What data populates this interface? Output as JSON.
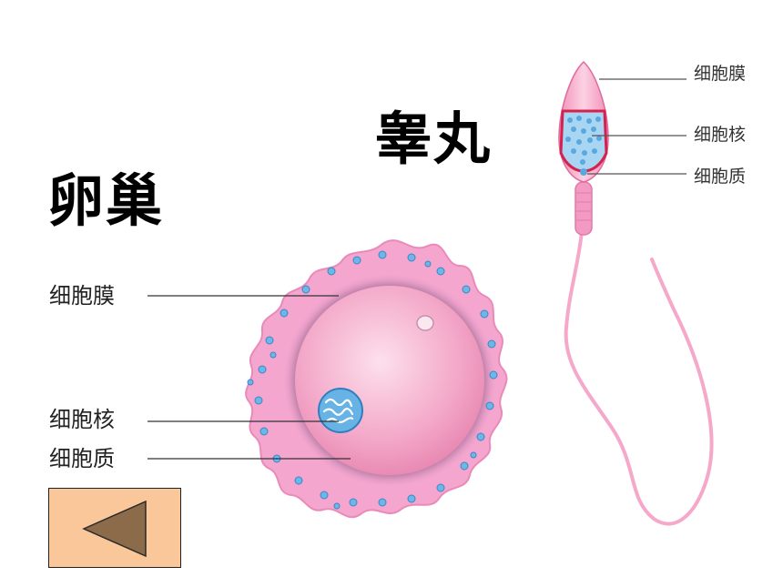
{
  "ovary": {
    "title": "卵巢",
    "labels": {
      "membrane": "细胞膜",
      "nucleus": "细胞核",
      "cytoplasm": "细胞质"
    }
  },
  "testis": {
    "title": "睾丸",
    "labels": {
      "membrane": "细胞膜",
      "nucleus": "细胞核",
      "cytoplasm": "细胞质"
    }
  },
  "colors": {
    "cell_pink": "#f6b7d3",
    "corona_pink": "#f4a6cf",
    "membrane_dark": "#7b4a74",
    "nucleus_blue": "#5aa8e0",
    "button_fill": "#f9c79a",
    "button_arrow": "#8b6b4a"
  },
  "icons": {
    "back_button": "left-triangle-icon"
  }
}
